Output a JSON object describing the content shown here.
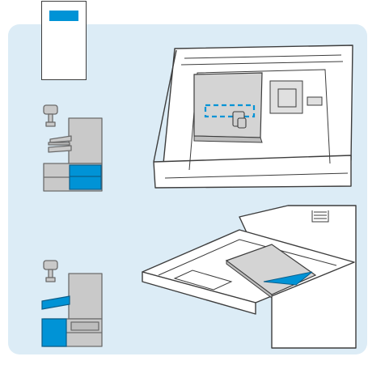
{
  "colors": {
    "background": "#ffffff",
    "panel": "#dcecf6",
    "accent_blue": "#0093d6",
    "line_art": "#3d3d3d",
    "machine_gray": "#c9c9c9",
    "paper_gray": "#d4d4d4"
  },
  "figure": {
    "paper_icon": "paper-sheet-blue-header",
    "step_1": {
      "printer_icon": "printer-with-paper-tray-highlighted",
      "illustration": "open-paper-tray-loaded-with-paper"
    },
    "step_2": {
      "printer_icon": "printer-with-bypass-tray-highlighted",
      "illustration": "bypass-tray-loaded-with-paper"
    }
  }
}
